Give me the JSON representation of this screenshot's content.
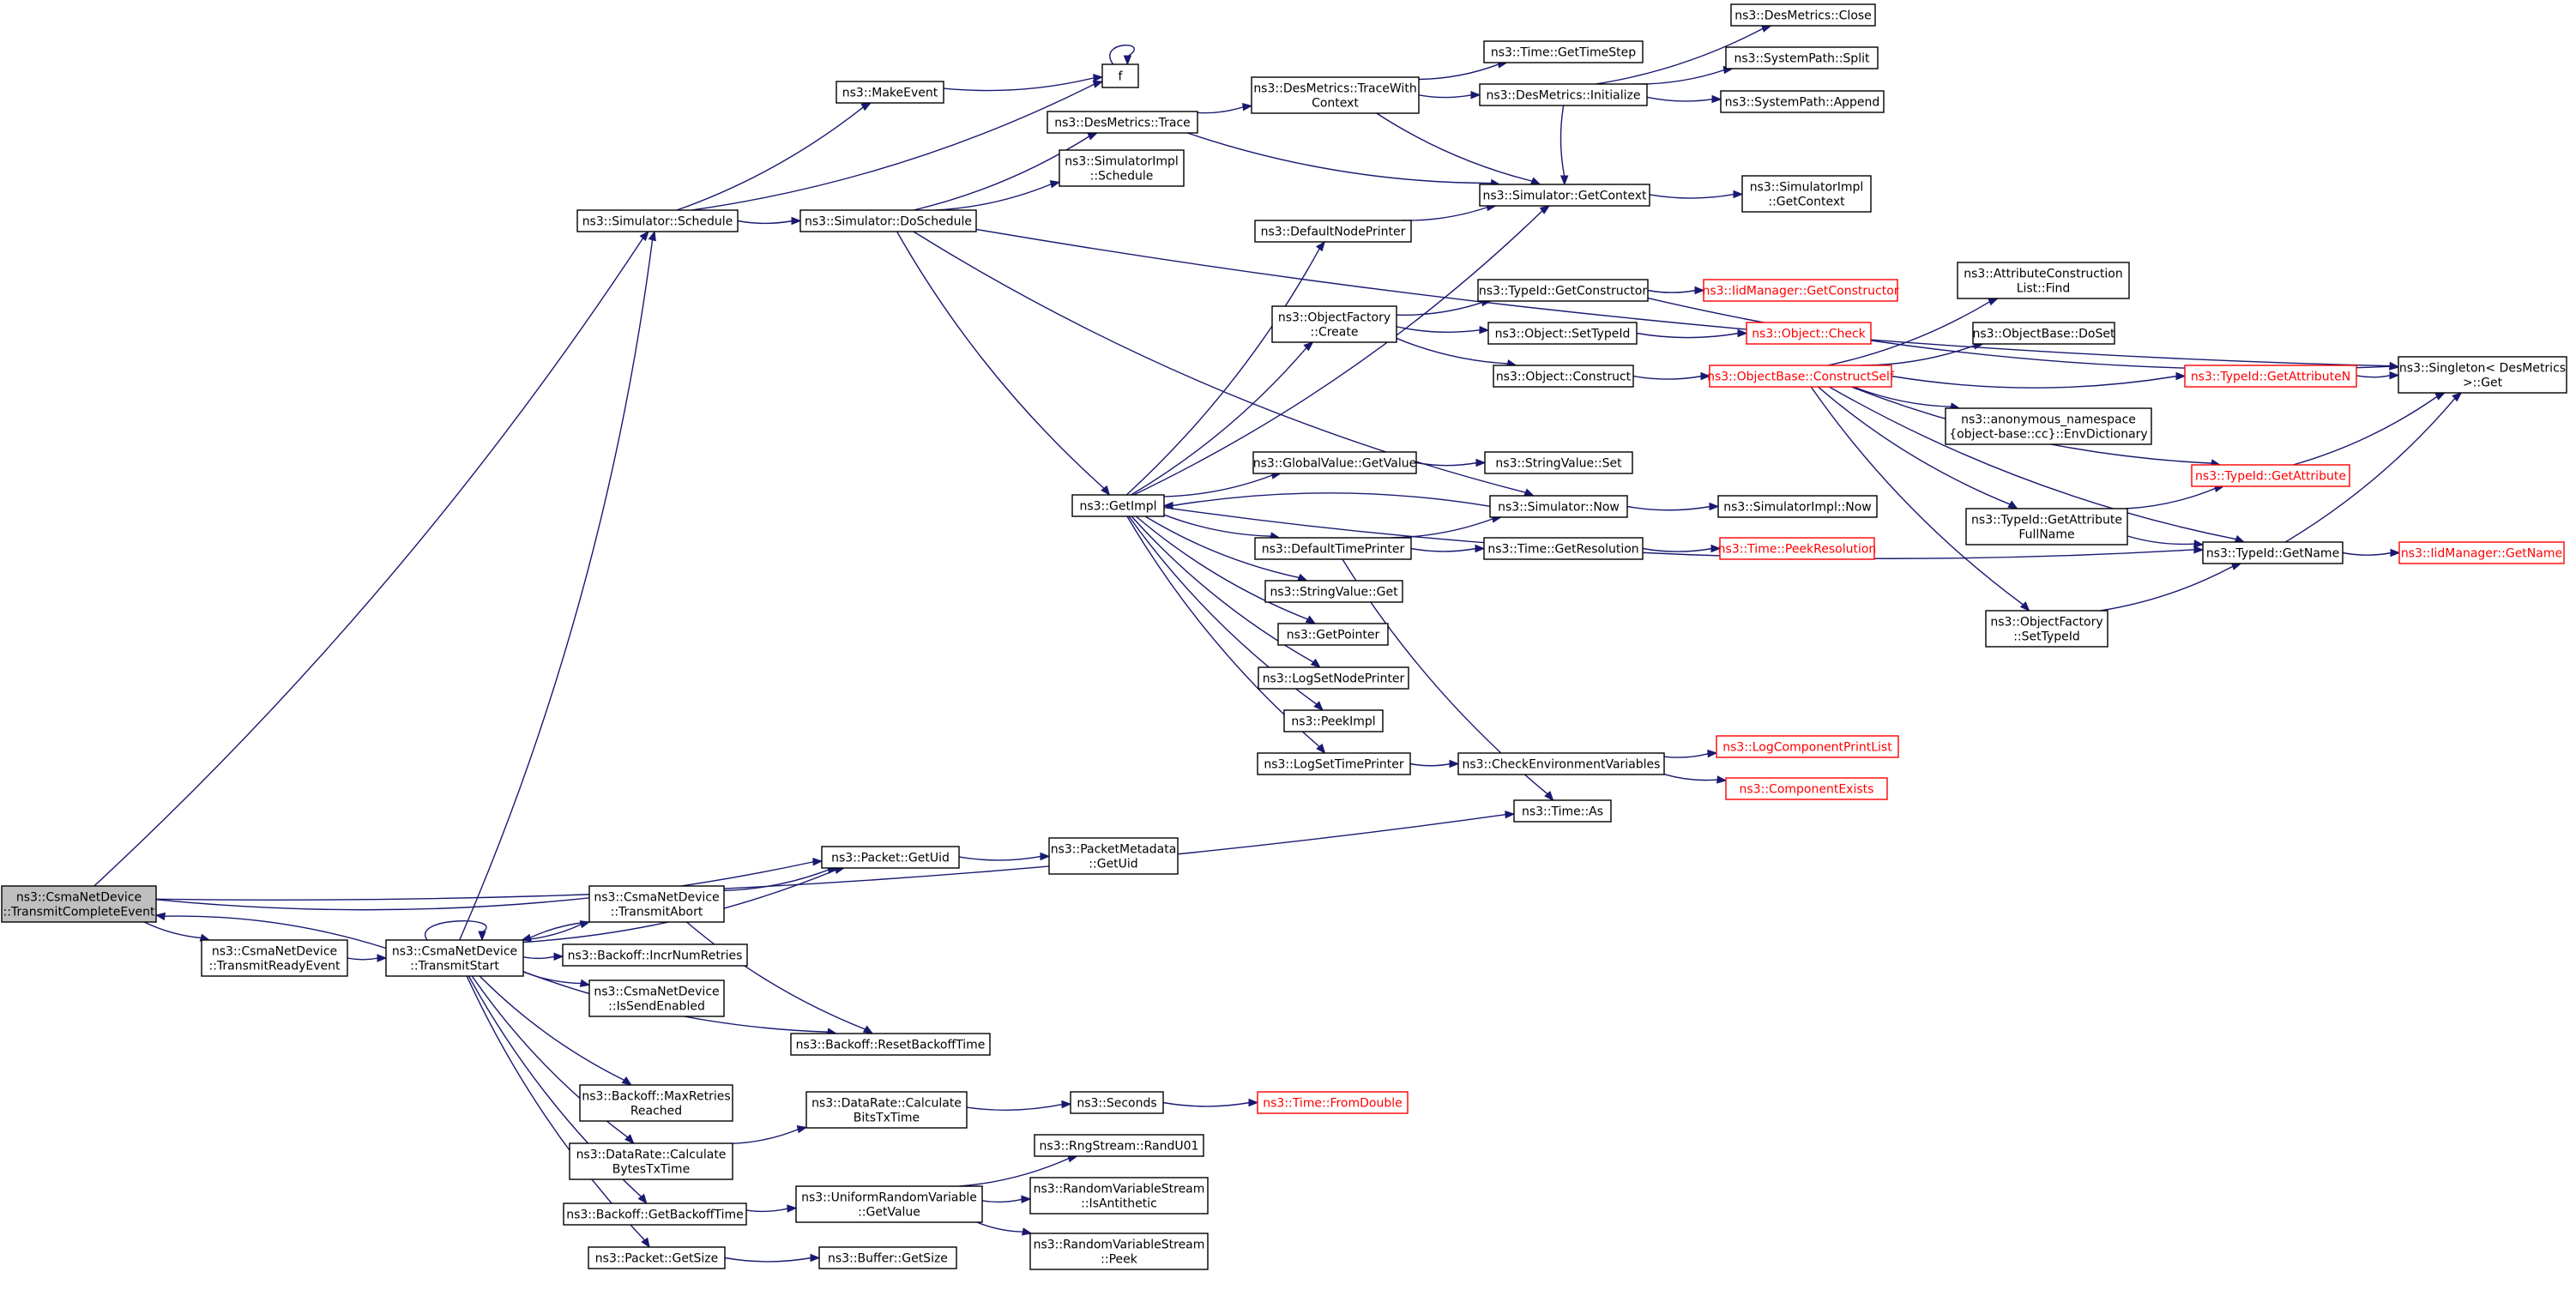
{
  "graph": {
    "nodes": [
      {
        "id": "tce",
        "lines": [
          "ns3::CsmaNetDevice",
          "::TransmitCompleteEvent"
        ],
        "style": "root"
      },
      {
        "id": "sched",
        "lines": [
          "ns3::Simulator::Schedule"
        ]
      },
      {
        "id": "trans_ready",
        "lines": [
          "ns3::CsmaNetDevice",
          "::TransmitReadyEvent"
        ]
      },
      {
        "id": "transmit_start",
        "lines": [
          "ns3::CsmaNetDevice",
          "::TransmitStart"
        ]
      },
      {
        "id": "makeevent",
        "lines": [
          "ns3::MakeEvent"
        ]
      },
      {
        "id": "f",
        "lines": [
          "f"
        ]
      },
      {
        "id": "doschedule",
        "lines": [
          "ns3::Simulator::DoSchedule"
        ]
      },
      {
        "id": "dmtrace",
        "lines": [
          "ns3::DesMetrics::Trace"
        ]
      },
      {
        "id": "simimpl_sched",
        "lines": [
          "ns3::SimulatorImpl",
          "::Schedule"
        ]
      },
      {
        "id": "getimpl",
        "lines": [
          "ns3::GetImpl"
        ]
      },
      {
        "id": "tracewith",
        "lines": [
          "ns3::DesMetrics::TraceWith",
          "Context"
        ]
      },
      {
        "id": "gettimestep",
        "lines": [
          "ns3::Time::GetTimeStep"
        ]
      },
      {
        "id": "dminit",
        "lines": [
          "ns3::DesMetrics::Initialize"
        ]
      },
      {
        "id": "dmclose",
        "lines": [
          "ns3::DesMetrics::Close"
        ]
      },
      {
        "id": "split",
        "lines": [
          "ns3::SystemPath::Split"
        ]
      },
      {
        "id": "append",
        "lines": [
          "ns3::SystemPath::Append"
        ]
      },
      {
        "id": "simgetctx",
        "lines": [
          "ns3::Simulator::GetContext"
        ]
      },
      {
        "id": "simimpl_getctx",
        "lines": [
          "ns3::SimulatorImpl",
          "::GetContext"
        ]
      },
      {
        "id": "defnodeprinter",
        "lines": [
          "ns3::DefaultNodePrinter"
        ]
      },
      {
        "id": "objfactory_create",
        "lines": [
          "ns3::ObjectFactory",
          "::Create"
        ]
      },
      {
        "id": "typeid_getctor",
        "lines": [
          "ns3::TypeId::GetConstructor"
        ]
      },
      {
        "id": "iid_getctor",
        "lines": [
          "ns3::IidManager::GetConstructor"
        ],
        "style": "red"
      },
      {
        "id": "obj_settypeid",
        "lines": [
          "ns3::Object::SetTypeId"
        ]
      },
      {
        "id": "obj_check",
        "lines": [
          "ns3::Object::Check"
        ],
        "style": "red"
      },
      {
        "id": "obj_construct",
        "lines": [
          "ns3::Object::Construct"
        ]
      },
      {
        "id": "ob_constructself",
        "lines": [
          "ns3::ObjectBase::ConstructSelf"
        ],
        "style": "red"
      },
      {
        "id": "attr_find",
        "lines": [
          "ns3::AttributeConstruction",
          "List::Find"
        ]
      },
      {
        "id": "ob_doset",
        "lines": [
          "ns3::ObjectBase::DoSet"
        ]
      },
      {
        "id": "typeid_getattrn",
        "lines": [
          "ns3::TypeId::GetAttributeN"
        ],
        "style": "red"
      },
      {
        "id": "singleton_get",
        "lines": [
          "ns3::Singleton< DesMetrics",
          ">::Get"
        ]
      },
      {
        "id": "envdict",
        "lines": [
          "ns3::anonymous_namespace",
          "{object-base::cc}::EnvDictionary"
        ]
      },
      {
        "id": "typeid_getattr",
        "lines": [
          "ns3::TypeId::GetAttribute"
        ],
        "style": "red"
      },
      {
        "id": "typeid_getattrfull",
        "lines": [
          "ns3::TypeId::GetAttribute",
          "FullName"
        ]
      },
      {
        "id": "typeid_getname",
        "lines": [
          "ns3::TypeId::GetName"
        ]
      },
      {
        "id": "iid_getname",
        "lines": [
          "ns3::IidManager::GetName"
        ],
        "style": "red"
      },
      {
        "id": "of_settypeid",
        "lines": [
          "ns3::ObjectFactory",
          "::SetTypeId"
        ]
      },
      {
        "id": "gv_getvalue",
        "lines": [
          "ns3::GlobalValue::GetValue"
        ]
      },
      {
        "id": "sv_set",
        "lines": [
          "ns3::StringValue::Set"
        ]
      },
      {
        "id": "sim_now",
        "lines": [
          "ns3::Simulator::Now"
        ]
      },
      {
        "id": "simimpl_now",
        "lines": [
          "ns3::SimulatorImpl::Now"
        ]
      },
      {
        "id": "deftimeprinter",
        "lines": [
          "ns3::DefaultTimePrinter"
        ]
      },
      {
        "id": "time_getres",
        "lines": [
          "ns3::Time::GetResolution"
        ]
      },
      {
        "id": "time_peekres",
        "lines": [
          "ns3::Time::PeekResolution"
        ],
        "style": "red"
      },
      {
        "id": "sv_get",
        "lines": [
          "ns3::StringValue::Get"
        ]
      },
      {
        "id": "getpointer",
        "lines": [
          "ns3::GetPointer"
        ]
      },
      {
        "id": "logsetnode",
        "lines": [
          "ns3::LogSetNodePrinter"
        ]
      },
      {
        "id": "peekimpl",
        "lines": [
          "ns3::PeekImpl"
        ]
      },
      {
        "id": "logsettime",
        "lines": [
          "ns3::LogSetTimePrinter"
        ]
      },
      {
        "id": "checkenv",
        "lines": [
          "ns3::CheckEnvironmentVariables"
        ]
      },
      {
        "id": "logcompprint",
        "lines": [
          "ns3::LogComponentPrintList"
        ],
        "style": "red"
      },
      {
        "id": "compexists",
        "lines": [
          "ns3::ComponentExists"
        ],
        "style": "red"
      },
      {
        "id": "time_as",
        "lines": [
          "ns3::Time::As"
        ]
      },
      {
        "id": "pkt_getuid",
        "lines": [
          "ns3::Packet::GetUid"
        ]
      },
      {
        "id": "pm_getuid",
        "lines": [
          "ns3::PacketMetadata",
          "::GetUid"
        ]
      },
      {
        "id": "transmit_abort",
        "lines": [
          "ns3::CsmaNetDevice",
          "::TransmitAbort"
        ]
      },
      {
        "id": "incr_retries",
        "lines": [
          "ns3::Backoff::IncrNumRetries"
        ]
      },
      {
        "id": "issendenabled",
        "lines": [
          "ns3::CsmaNetDevice",
          "::IsSendEnabled"
        ]
      },
      {
        "id": "reset_backoff",
        "lines": [
          "ns3::Backoff::ResetBackoffTime"
        ]
      },
      {
        "id": "maxretries",
        "lines": [
          "ns3::Backoff::MaxRetries",
          "Reached"
        ]
      },
      {
        "id": "dr_calcbits",
        "lines": [
          "ns3::DataRate::Calculate",
          "BitsTxTime"
        ]
      },
      {
        "id": "seconds",
        "lines": [
          "ns3::Seconds"
        ]
      },
      {
        "id": "fromdouble",
        "lines": [
          "ns3::Time::FromDouble"
        ],
        "style": "red"
      },
      {
        "id": "dr_calcbytes",
        "lines": [
          "ns3::DataRate::Calculate",
          "BytesTxTime"
        ]
      },
      {
        "id": "randu01",
        "lines": [
          "ns3::RngStream::RandU01"
        ]
      },
      {
        "id": "getbackoff",
        "lines": [
          "ns3::Backoff::GetBackoffTime"
        ]
      },
      {
        "id": "urv_getvalue",
        "lines": [
          "ns3::UniformRandomVariable",
          "::GetValue"
        ]
      },
      {
        "id": "rvs_isanti",
        "lines": [
          "ns3::RandomVariableStream",
          "::IsAntithetic"
        ]
      },
      {
        "id": "rvs_peek",
        "lines": [
          "ns3::RandomVariableStream",
          "::Peek"
        ]
      },
      {
        "id": "pkt_getsize",
        "lines": [
          "ns3::Packet::GetSize"
        ]
      },
      {
        "id": "buf_getsize",
        "lines": [
          "ns3::Buffer::GetSize"
        ]
      }
    ],
    "edges": [
      [
        "tce",
        "sched"
      ],
      [
        "tce",
        "trans_ready"
      ],
      [
        "tce",
        "pkt_getuid"
      ],
      [
        "tce",
        "time_as"
      ],
      [
        "trans_ready",
        "transmit_start"
      ],
      [
        "transmit_start",
        "tce"
      ],
      [
        "transmit_start",
        "transmit_start"
      ],
      [
        "transmit_start",
        "sched"
      ],
      [
        "transmit_start",
        "pkt_getuid"
      ],
      [
        "transmit_start",
        "transmit_abort"
      ],
      [
        "transmit_start",
        "incr_retries"
      ],
      [
        "transmit_start",
        "issendenabled"
      ],
      [
        "transmit_start",
        "reset_backoff"
      ],
      [
        "transmit_start",
        "maxretries"
      ],
      [
        "transmit_start",
        "dr_calcbytes"
      ],
      [
        "transmit_start",
        "getbackoff"
      ],
      [
        "transmit_start",
        "pkt_getsize"
      ],
      [
        "transmit_abort",
        "transmit_start"
      ],
      [
        "transmit_abort",
        "pkt_getuid"
      ],
      [
        "transmit_abort",
        "reset_backoff"
      ],
      [
        "sched",
        "makeevent"
      ],
      [
        "sched",
        "f"
      ],
      [
        "sched",
        "doschedule"
      ],
      [
        "makeevent",
        "f"
      ],
      [
        "f",
        "f"
      ],
      [
        "doschedule",
        "dmtrace"
      ],
      [
        "doschedule",
        "simimpl_sched"
      ],
      [
        "doschedule",
        "getimpl"
      ],
      [
        "doschedule",
        "sim_now"
      ],
      [
        "doschedule",
        "singleton_get"
      ],
      [
        "dmtrace",
        "tracewith"
      ],
      [
        "dmtrace",
        "simgetctx"
      ],
      [
        "tracewith",
        "gettimestep"
      ],
      [
        "tracewith",
        "dminit"
      ],
      [
        "tracewith",
        "simgetctx"
      ],
      [
        "dminit",
        "dmclose"
      ],
      [
        "dminit",
        "split"
      ],
      [
        "dminit",
        "append"
      ],
      [
        "dminit",
        "simgetctx"
      ],
      [
        "simgetctx",
        "simimpl_getctx"
      ],
      [
        "getimpl",
        "defnodeprinter"
      ],
      [
        "getimpl",
        "simgetctx"
      ],
      [
        "getimpl",
        "objfactory_create"
      ],
      [
        "getimpl",
        "gv_getvalue"
      ],
      [
        "getimpl",
        "deftimeprinter"
      ],
      [
        "getimpl",
        "sv_get"
      ],
      [
        "getimpl",
        "getpointer"
      ],
      [
        "getimpl",
        "logsetnode"
      ],
      [
        "getimpl",
        "peekimpl"
      ],
      [
        "getimpl",
        "logsettime"
      ],
      [
        "getimpl",
        "typeid_getname"
      ],
      [
        "defnodeprinter",
        "simgetctx"
      ],
      [
        "objfactory_create",
        "typeid_getctor"
      ],
      [
        "objfactory_create",
        "obj_settypeid"
      ],
      [
        "objfactory_create",
        "obj_construct"
      ],
      [
        "typeid_getctor",
        "iid_getctor"
      ],
      [
        "typeid_getctor",
        "singleton_get"
      ],
      [
        "obj_settypeid",
        "obj_check"
      ],
      [
        "obj_construct",
        "ob_constructself"
      ],
      [
        "ob_constructself",
        "attr_find"
      ],
      [
        "ob_constructself",
        "ob_doset"
      ],
      [
        "ob_constructself",
        "typeid_getattrn"
      ],
      [
        "ob_constructself",
        "envdict"
      ],
      [
        "ob_constructself",
        "typeid_getattr"
      ],
      [
        "ob_constructself",
        "typeid_getattrfull"
      ],
      [
        "ob_constructself",
        "typeid_getname"
      ],
      [
        "ob_constructself",
        "of_settypeid"
      ],
      [
        "typeid_getattrn",
        "singleton_get"
      ],
      [
        "typeid_getattr",
        "singleton_get"
      ],
      [
        "typeid_getattrfull",
        "typeid_getattr"
      ],
      [
        "typeid_getattrfull",
        "typeid_getname"
      ],
      [
        "typeid_getname",
        "iid_getname"
      ],
      [
        "typeid_getname",
        "singleton_get"
      ],
      [
        "of_settypeid",
        "typeid_getname"
      ],
      [
        "gv_getvalue",
        "sv_set"
      ],
      [
        "sim_now",
        "getimpl"
      ],
      [
        "sim_now",
        "simimpl_now"
      ],
      [
        "deftimeprinter",
        "sim_now"
      ],
      [
        "deftimeprinter",
        "time_getres"
      ],
      [
        "deftimeprinter",
        "time_as"
      ],
      [
        "time_getres",
        "time_peekres"
      ],
      [
        "logsettime",
        "checkenv"
      ],
      [
        "checkenv",
        "logcompprint"
      ],
      [
        "checkenv",
        "compexists"
      ],
      [
        "pkt_getuid",
        "pm_getuid"
      ],
      [
        "dr_calcbytes",
        "dr_calcbits"
      ],
      [
        "dr_calcbits",
        "seconds"
      ],
      [
        "seconds",
        "fromdouble"
      ],
      [
        "getbackoff",
        "urv_getvalue"
      ],
      [
        "urv_getvalue",
        "randu01"
      ],
      [
        "urv_getvalue",
        "rvs_isanti"
      ],
      [
        "urv_getvalue",
        "rvs_peek"
      ],
      [
        "pkt_getsize",
        "buf_getsize"
      ]
    ]
  }
}
